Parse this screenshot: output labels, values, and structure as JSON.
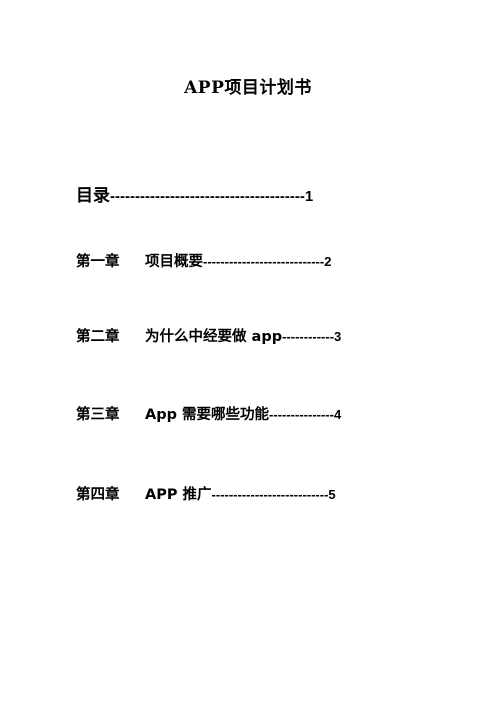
{
  "document": {
    "title": "APP项目计划书"
  },
  "toc": {
    "main": {
      "label": "目录",
      "dots": "---------------------------------------",
      "page": "1"
    },
    "chapters": [
      {
        "label": "第一章",
        "title": "项目概要",
        "dots": "----------------------------",
        "page": "2"
      },
      {
        "label": "第二章",
        "title": "为什么中经要做 app",
        "dots": "------------",
        "page": "3"
      },
      {
        "label": "第三章",
        "title": "App 需要哪些功能",
        "dots": "---------------",
        "page": "4"
      },
      {
        "label": "第四章",
        "title": "APP 推广",
        "dots": "---------------------------",
        "page": "5"
      }
    ]
  }
}
